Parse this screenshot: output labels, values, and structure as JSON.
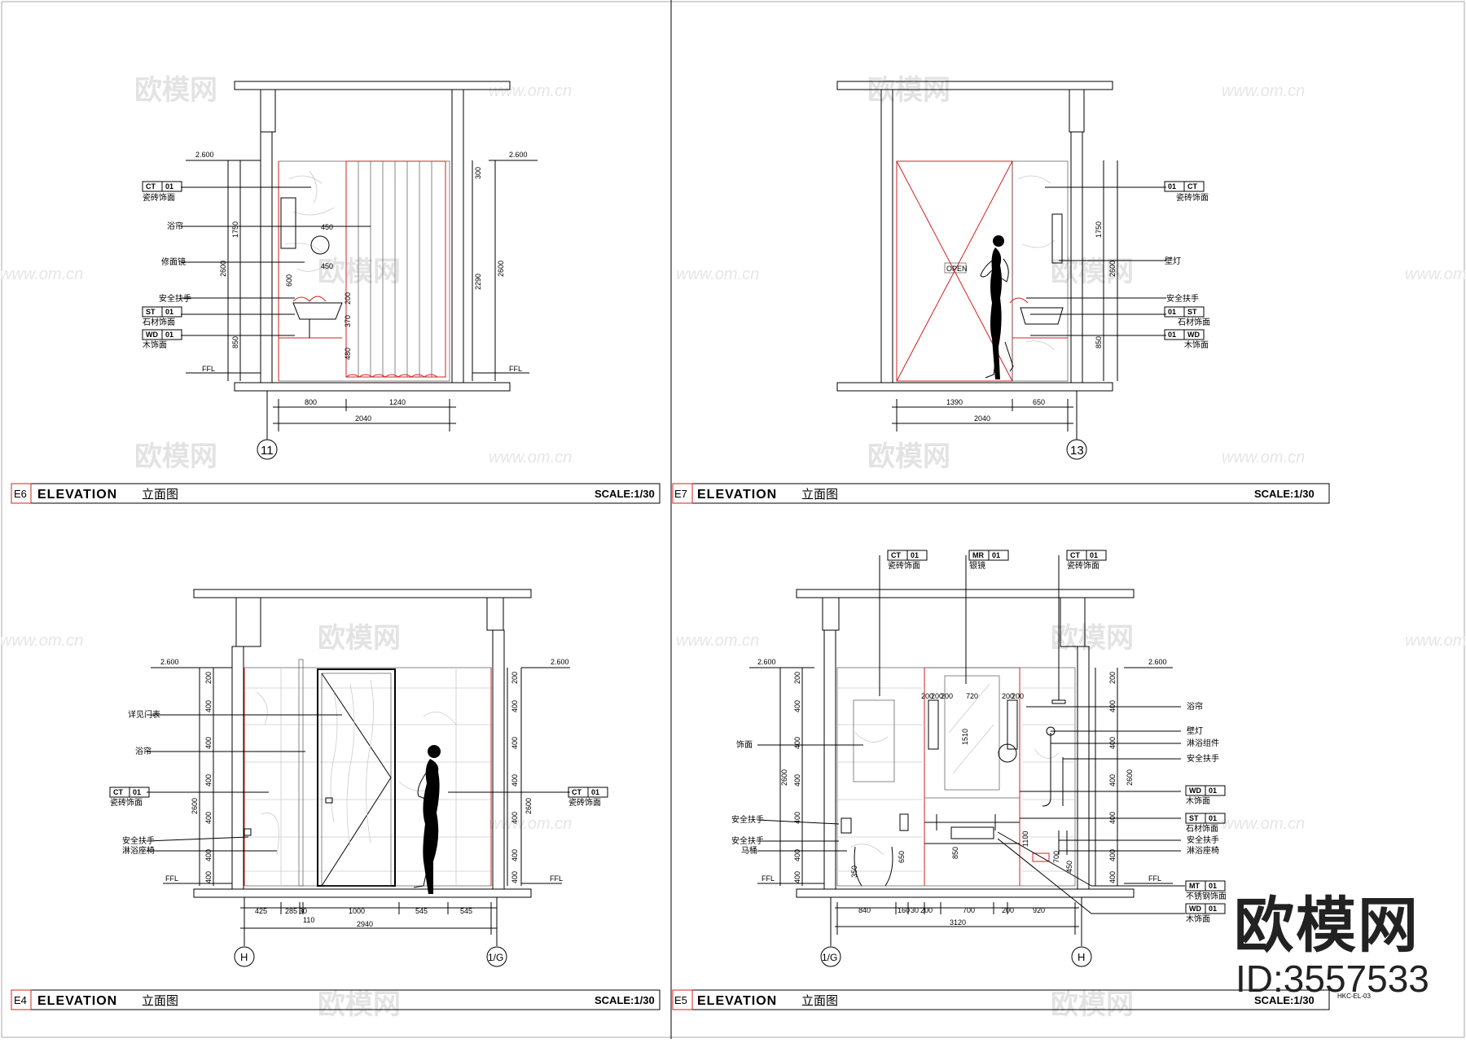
{
  "panels": [
    {
      "id": "E6",
      "title": "ELEVATION",
      "title_cn": "立面图",
      "scale": "SCALE:1/30",
      "grid_bubbles": [
        "11"
      ],
      "level": "2.600",
      "floor": "FFL",
      "labels": [
        "CT",
        "01",
        "瓷砖饰面",
        "浴帘",
        "修面镜",
        "安全扶手",
        "ST",
        "01",
        "石材饰面",
        "WD",
        "01",
        "木饰面"
      ],
      "dims": {
        "bottom": [
          "800",
          "1240",
          "2040"
        ],
        "left": [
          "1750",
          "2600",
          "850"
        ],
        "inner": [
          "450",
          "450",
          "600",
          "200",
          "370",
          "480"
        ],
        "right": [
          "300",
          "2290",
          "2600"
        ]
      }
    },
    {
      "id": "E7",
      "title": "ELEVATION",
      "title_cn": "立面图",
      "scale": "SCALE:1/30",
      "grid_bubbles": [
        "13"
      ],
      "level": "",
      "floor": "",
      "labels": [
        "01",
        "CT",
        "瓷砖饰面",
        "壁灯",
        "安全扶手",
        "01",
        "ST",
        "石材饰面",
        "01",
        "WD",
        "木饰面",
        "OPEN"
      ],
      "dims": {
        "bottom": [
          "1390",
          "650",
          "2040"
        ],
        "right": [
          "1750",
          "2600",
          "850"
        ]
      }
    },
    {
      "id": "E4",
      "title": "ELEVATION",
      "title_cn": "立面图",
      "scale": "SCALE:1/30",
      "grid_bubbles": [
        "H",
        "1/G"
      ],
      "level": "2.600",
      "floor": "FFL",
      "labels": [
        "详见门表",
        "浴帘",
        "CT",
        "01",
        "瓷砖饰面",
        "安全扶手",
        "淋浴座椅",
        "CT",
        "01",
        "瓷砖饰面"
      ],
      "dims": {
        "bottom": [
          "425",
          "285",
          "30",
          "1000",
          "545",
          "545",
          "110",
          "2940"
        ],
        "left": [
          "200",
          "400",
          "400",
          "400",
          "400",
          "400",
          "400",
          "2600"
        ],
        "right": [
          "200",
          "400",
          "400",
          "400",
          "400",
          "400",
          "400",
          "2600"
        ]
      }
    },
    {
      "id": "E5",
      "title": "ELEVATION",
      "title_cn": "立面图",
      "scale": "SCALE:1/30",
      "grid_bubbles": [
        "1/G",
        "H"
      ],
      "level": "2.600",
      "floor": "FFL",
      "labels": [
        "CT",
        "01",
        "瓷砖饰面",
        "MR",
        "01",
        "银镜",
        "CT",
        "01",
        "瓷砖饰面",
        "浴帘",
        "壁灯",
        "淋浴组件",
        "安全扶手",
        "WD",
        "01",
        "木饰面",
        "ST",
        "01",
        "石材饰面",
        "安全扶手",
        "淋浴座椅",
        "MT",
        "01",
        "不锈钢饰面",
        "WD",
        "01",
        "木饰面",
        "饰面",
        "安全扶手",
        "安全扶手",
        "马桶"
      ],
      "dims": {
        "bottom": [
          "840",
          "160",
          "30",
          "200",
          "700",
          "200",
          "920",
          "3120"
        ],
        "left": [
          "200",
          "400",
          "400",
          "400",
          "400",
          "400",
          "400",
          "2600"
        ],
        "right": [
          "200",
          "400",
          "400",
          "400",
          "400",
          "400",
          "400",
          "2600"
        ],
        "inner": [
          "200",
          "200",
          "200",
          "720",
          "200",
          "200",
          "1510",
          "1100",
          "850",
          "650",
          "350",
          "700",
          "450"
        ]
      }
    }
  ],
  "drawing_no": "HKC-EL-03",
  "watermark": {
    "logo": "欧模网",
    "id": "ID:3557533",
    "url": "www.om.cn"
  }
}
